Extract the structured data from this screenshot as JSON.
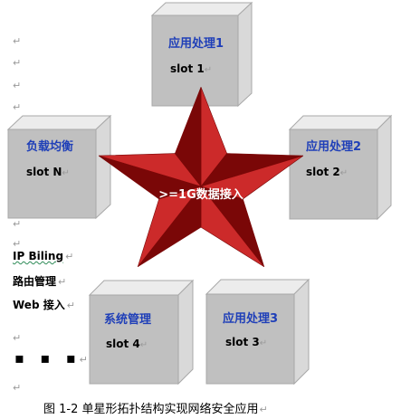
{
  "diagram": {
    "center_label": ">=1G数据接入",
    "nodes": [
      {
        "id": "app1",
        "title": "应用处理1",
        "slot": "slot 1"
      },
      {
        "id": "app2",
        "title": "应用处理2",
        "slot": "slot 2"
      },
      {
        "id": "app3",
        "title": "应用处理3",
        "slot": "slot 3"
      },
      {
        "id": "sys",
        "title": "系统管理",
        "slot": "slot 4"
      },
      {
        "id": "lb",
        "title": "负载均衡",
        "slot": "slot N"
      }
    ],
    "colors": {
      "box_front": "#c0c0c0",
      "box_top": "#ececec",
      "box_side": "#d9d9d9",
      "node_title": "#1f3fb8",
      "star_light": "#cc2a2a",
      "star_dark": "#7a0707"
    }
  },
  "side_notes": [
    "IP Biling",
    "路由管理",
    "Web 接入"
  ],
  "return_mark": "↵",
  "ellipsis": "▪ ▪ ▪",
  "caption": "图 1-2 单星形拓扑结构实现网络安全应用"
}
